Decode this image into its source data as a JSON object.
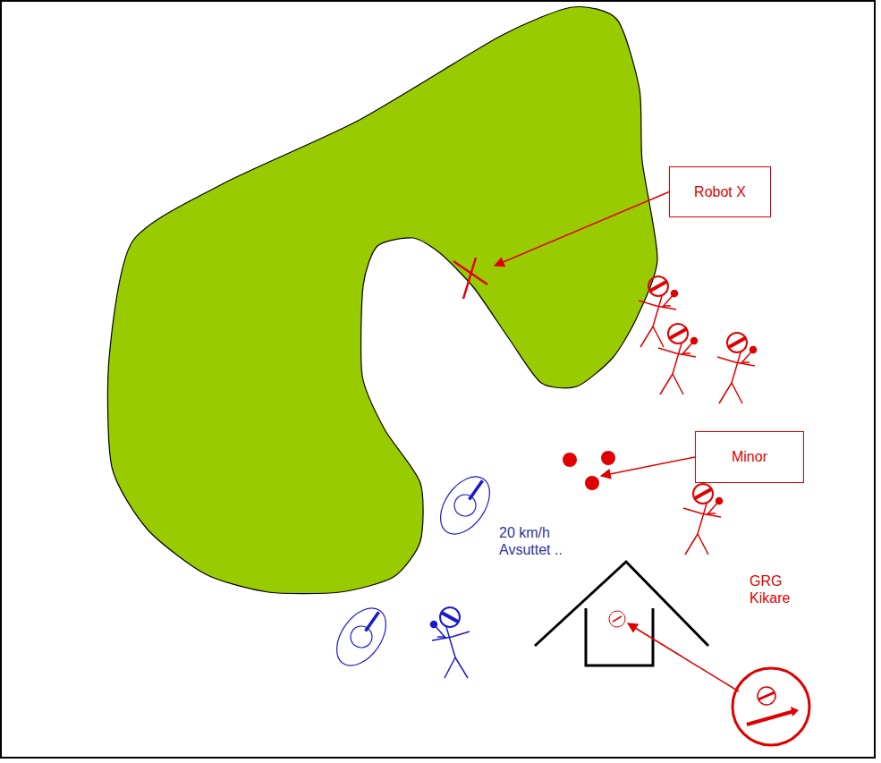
{
  "diagram": {
    "nodes": [
      {
        "text": [
          "Robot X"
        ]
      },
      {
        "text": [
          "Minor"
        ]
      }
    ],
    "labels": [
      "20 km/h Avsuttet ..",
      "GRG Kikare"
    ]
  }
}
